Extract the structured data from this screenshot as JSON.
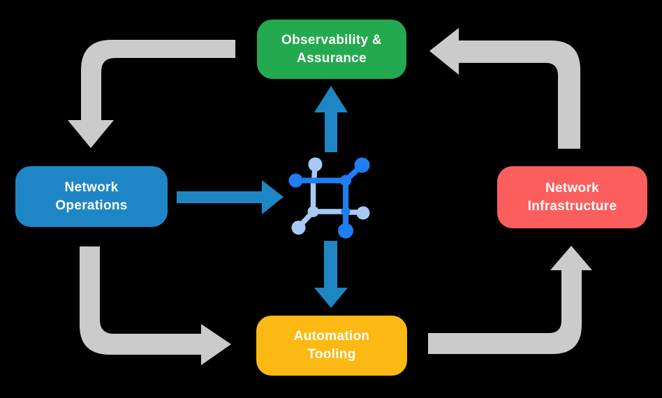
{
  "background": "#000000",
  "colors": {
    "node-green": "#23A94F",
    "node-blue": "#1F86C6",
    "node-red": "#FB5E5D",
    "node-yellow": "#FDB913",
    "arrow-gray": "#CBCBCB",
    "arrow-blue": "#1F86C6",
    "icon-dark-blue": "#1E7EF2",
    "icon-light-blue": "#A9C9F5",
    "text-white": "#FFFFFF"
  },
  "nodes": {
    "observability": {
      "label": "Observability &\nAssurance",
      "color": "#23A94F"
    },
    "operations": {
      "label": "Network\nOperations",
      "color": "#1F86C6"
    },
    "infrastructure": {
      "label": "Network\nInfrastructure",
      "color": "#FB5E5D"
    },
    "automation": {
      "label": "Automation\nTooling",
      "color": "#FDB913"
    }
  },
  "center_icon": "network-mesh-icon",
  "edges": [
    {
      "from": "observability",
      "to": "operations",
      "style": "gray-elbow-arrow"
    },
    {
      "from": "operations",
      "to": "automation",
      "style": "gray-elbow-arrow"
    },
    {
      "from": "automation",
      "to": "infrastructure",
      "style": "gray-elbow-arrow"
    },
    {
      "from": "infrastructure",
      "to": "observability",
      "style": "gray-elbow-arrow"
    },
    {
      "from": "operations",
      "to": "center-icon",
      "style": "blue-straight-arrow"
    },
    {
      "from": "center-icon",
      "to": "observability",
      "style": "blue-straight-arrow"
    },
    {
      "from": "center-icon",
      "to": "automation",
      "style": "blue-straight-arrow"
    }
  ]
}
